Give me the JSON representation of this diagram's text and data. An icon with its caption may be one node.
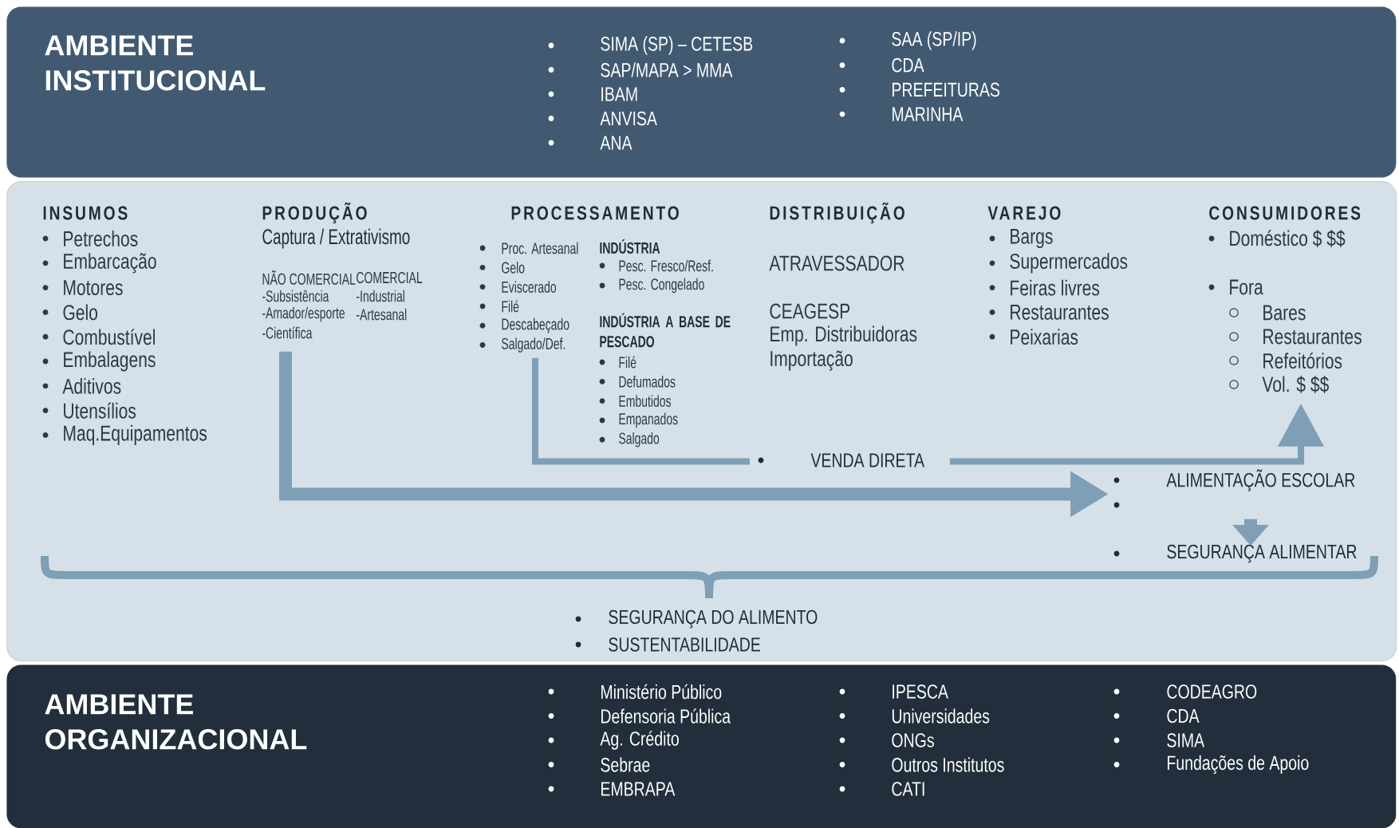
{
  "diagram": {
    "nodes": [
      {
        "text": [
          "AMBIENTE INSTITUCIONAL",
          "SIMA (SP) – CETESB",
          "SAP/MAPA > MMA",
          "IBAM",
          "ANVISA",
          "ANA",
          "SAA (SP/IP)",
          "CDA",
          "PREFEITURAS",
          "MARINHA"
        ]
      },
      {
        "text": [
          "SEGURANÇA DO ALIMENTO",
          "SUSTENTABILIDADE"
        ]
      },
      {
        "text": [
          "INSUMOS",
          "Petrechos",
          "Embarcação",
          "Motores",
          "Gelo",
          "Combustível",
          "Embalagens",
          "Aditivos",
          "Utensílios",
          "Maq.Equipamentos"
        ],
        "in": 1
      },
      {
        "text": [
          "PRODUÇÃO",
          "Captura / Extrativismo",
          "NÃO COMERCIAL",
          "-Subsistência",
          "-Amador/esporte",
          "-Científica",
          "COMERCIAL",
          "-Industrial",
          "-Artesanal"
        ],
        "in": 1
      },
      {
        "text": [
          "PROCESSAMENTO"
        ],
        "in": 1
      },
      {
        "text": [
          "Proc. Artesanal",
          "Gelo",
          "Eviscerado",
          "Filé",
          "Descabeçado",
          "Salgado/Def."
        ],
        "in": 1
      },
      {
        "text": [
          "INDÚSTRIA",
          "Pesc. Fresco/Resf.",
          "Pesc. Congelado",
          "INDÚSTRIA A BASE DE PESCADO",
          "Filé",
          "Defumados",
          "Embutidos",
          "Empanados",
          "Salgado"
        ],
        "in": 1
      },
      {
        "text": [
          "DISTRIBUIÇÃO",
          "ATRAVESSADOR",
          "CEAGESP",
          "Emp. Distribuidoras",
          "Importação"
        ],
        "in": 1
      },
      {
        "text": [
          "VAREJO",
          "Bargs",
          "Supermercados",
          "Feiras livres",
          "Restaurantes",
          "Peixarias"
        ],
        "in": 1
      },
      {
        "text": [
          "CONSUMIDORES",
          "Doméstico $ $$",
          "Fora",
          "Bares",
          "Restaurantes",
          "Refeitórios",
          "Vol. $ $$"
        ],
        "in": 1
      },
      {
        "text": [
          "VENDA DIRETA"
        ],
        "in": 1
      },
      {
        "text": [
          "ALIMENTAÇÃO ESCOLAR"
        ],
        "in": 1
      },
      {
        "text": [
          "SEGURANÇA ALIMENTAR"
        ],
        "in": 1
      },
      {
        "text": [
          "AMBIENTE ORGANIZACIONAL",
          "Ministério Público",
          "Defensoria Pública",
          "Ag. Crédito",
          "Sebrae",
          "EMBRAPA",
          "IPESCA",
          "Universidades",
          "ONGs",
          "Outros Institutos",
          "CATI",
          "CODEAGRO",
          "CDA",
          "SIMA",
          "Fundações de Apoio"
        ]
      }
    ],
    "edges": [
      {
        "from": 3,
        "to": 11,
        "arrow": "to",
        "style": "thick"
      },
      {
        "from": 5,
        "to": 10,
        "arrow": "none"
      },
      {
        "from": 10,
        "to": 9,
        "arrow": "to"
      },
      {
        "from": 11,
        "to": 12,
        "arrow": "to",
        "style": "thick"
      }
    ]
  }
}
